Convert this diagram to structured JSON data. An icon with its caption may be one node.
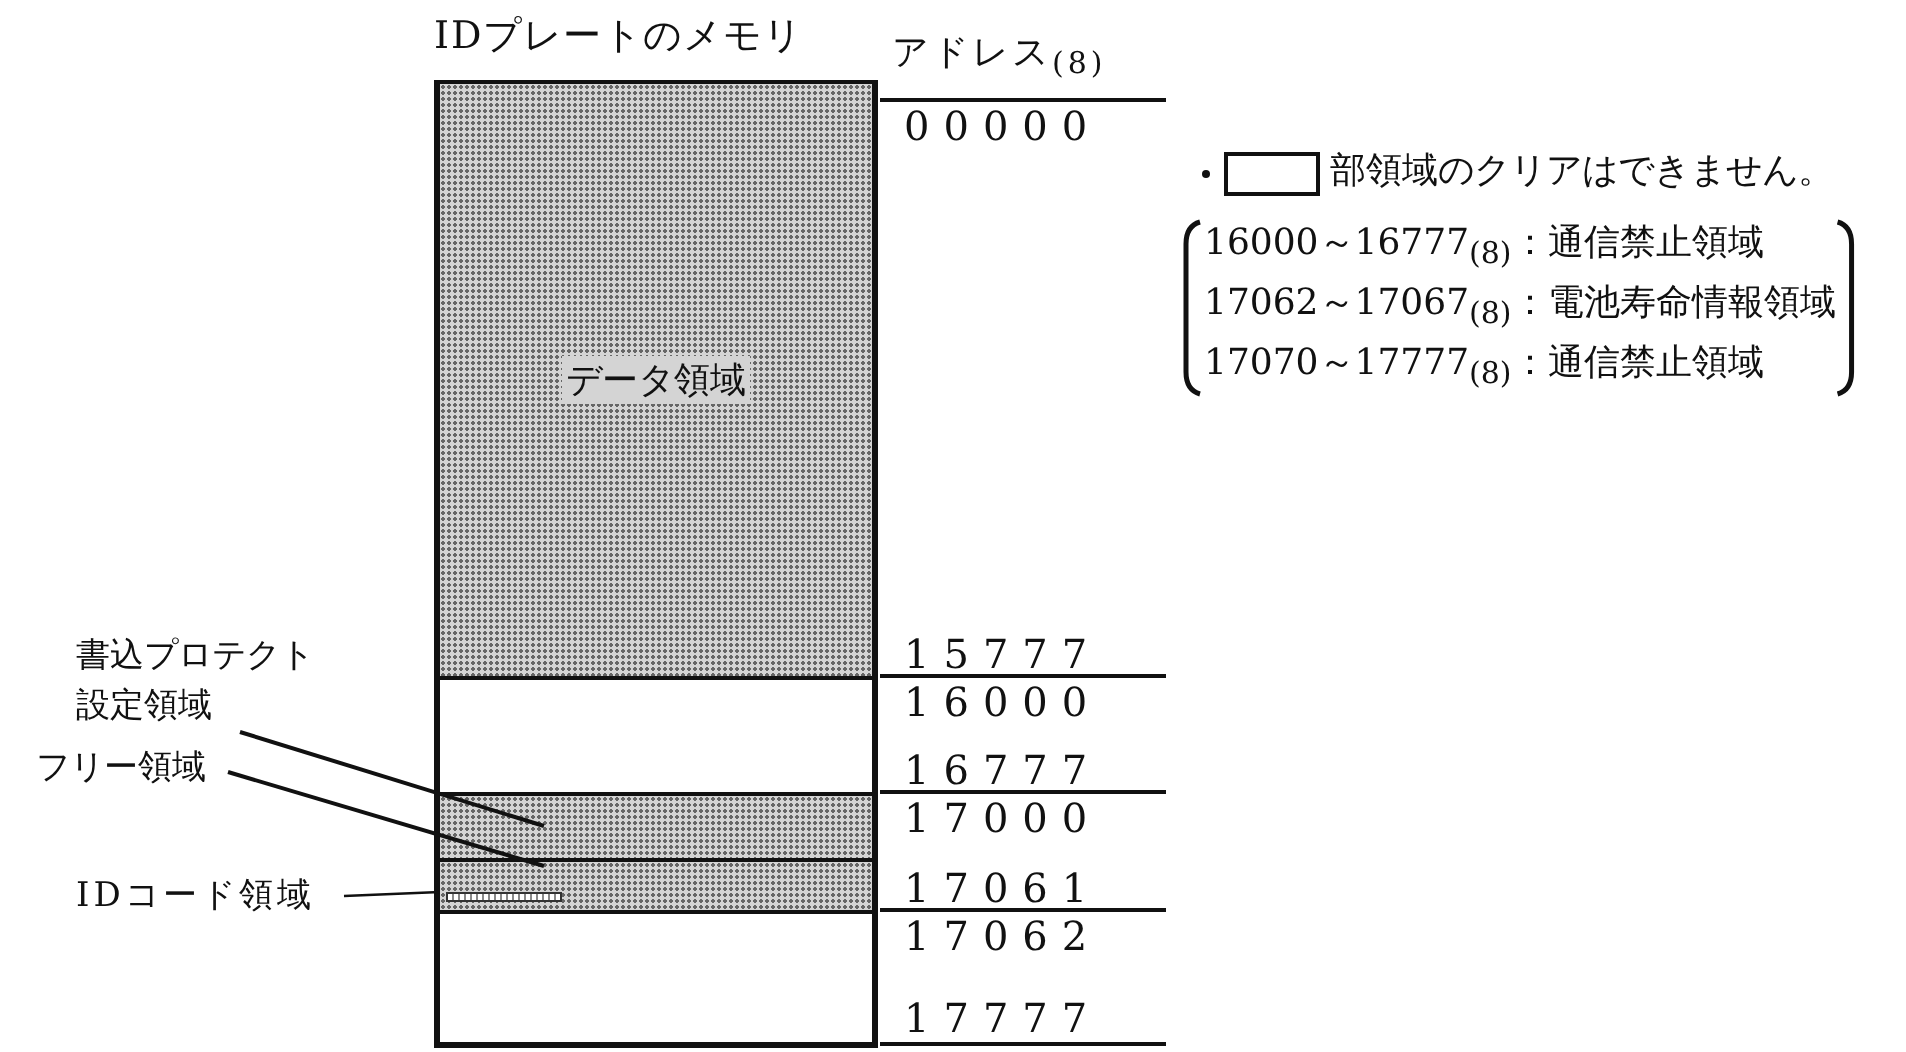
{
  "diagram": {
    "nodes": [
      {
        "text": [
          "IDプレートのメモリ"
        ]
      },
      {
        "text": [
          "データ領域"
        ],
        "in": 0
      },
      {
        "text": [],
        "shape": "box",
        "in": 0
      },
      {
        "text": [],
        "shape": "box",
        "in": 0
      },
      {
        "text": [],
        "shape": "box",
        "in": 0
      },
      {
        "text": [],
        "shape": "box",
        "in": 4
      },
      {
        "text": [],
        "shape": "box",
        "in": 0
      },
      {
        "text": [
          "書込プロテクト設定領域"
        ]
      },
      {
        "text": [
          "フリー領域"
        ]
      },
      {
        "text": [
          "IDコード領域"
        ]
      }
    ],
    "edges": [
      {
        "from": 7,
        "to": 3,
        "arrow": "none"
      },
      {
        "from": 8,
        "to": 4,
        "arrow": "none"
      },
      {
        "from": 9,
        "to": 5,
        "arrow": "none"
      }
    ],
    "labels": [
      "アドレス$_{(8)}$",
      "00000",
      "15777",
      "16000",
      "16777",
      "17000",
      "17061",
      "17062",
      "17777",
      "16000～16777$_{(8)}$：通信禁止領域",
      "17062～17067$_{(8)}$：電池寿命情報領域",
      "17070～17777$_{(8)}$：通信禁止領域"
    ],
    "legend": [
      {
        "text": "部領域のクリアはできません。"
      }
    ]
  }
}
